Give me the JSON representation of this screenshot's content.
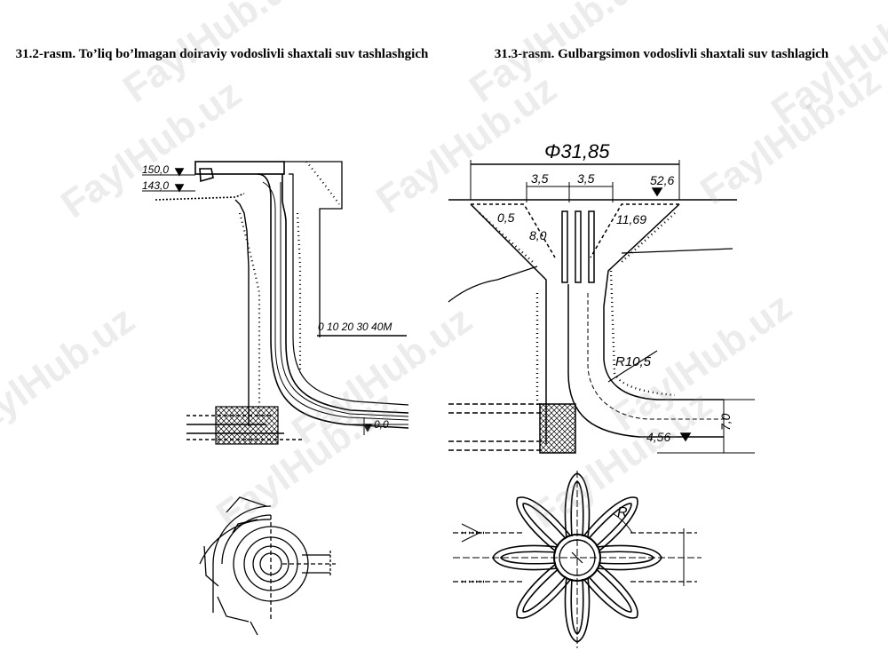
{
  "captions": {
    "left": "31.2-rasm. To’liq bo’lmagan doiraviy vodoslivli shaxtali suv tashlashgich",
    "right": "31.3-rasm. Gulbargsimon vodoslivli shaxtali suv tashlagich"
  },
  "left_figure": {
    "level_top": "150,0",
    "level_second": "143,0",
    "level_bottom": "0,0",
    "scale_bar": "0  10 20 30 40M"
  },
  "right_figure": {
    "diameter": "Φ31,85",
    "width_a": "3,5",
    "width_b": "3,5",
    "level_top": "52,6",
    "slope_a": "0,5",
    "slope_b": "8,0",
    "depth": "11,69",
    "radius": "R10,5",
    "level_bottom": "4,56",
    "height": "7,0",
    "plan_radius": "R"
  },
  "watermark": "FaylHub.uz",
  "colors": {
    "line": "#000000",
    "watermark": "#969696"
  }
}
